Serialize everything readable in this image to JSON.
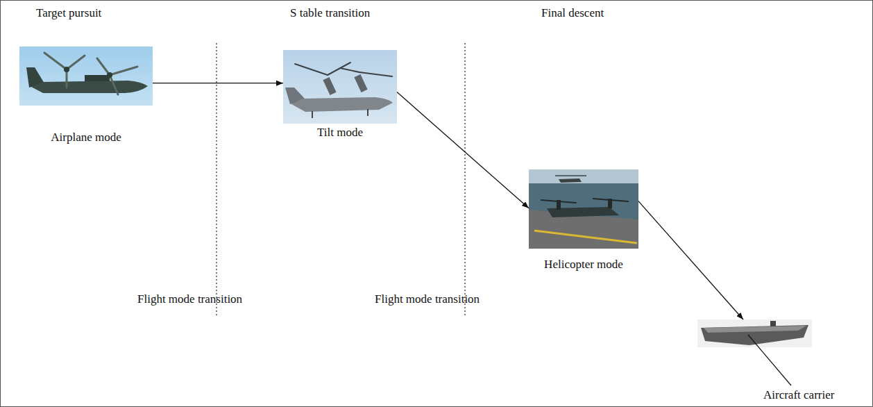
{
  "diagram": {
    "nodes": [
      {
        "text": [
          "Airplane mode"
        ]
      },
      {
        "text": [
          "Tilt mode"
        ]
      },
      {
        "text": [
          "Helicopter mode"
        ]
      },
      {
        "text": [
          "Aircraft carrier"
        ]
      }
    ],
    "edges": [
      {
        "from": 0,
        "to": 1,
        "arrow": "to"
      },
      {
        "from": 1,
        "to": 2,
        "arrow": "to"
      },
      {
        "from": 2,
        "to": 3,
        "arrow": "to"
      }
    ],
    "labels": [
      "Target pursuit",
      "S table transition",
      "Final descent",
      "Flight mode transition",
      "Flight mode transition"
    ]
  }
}
